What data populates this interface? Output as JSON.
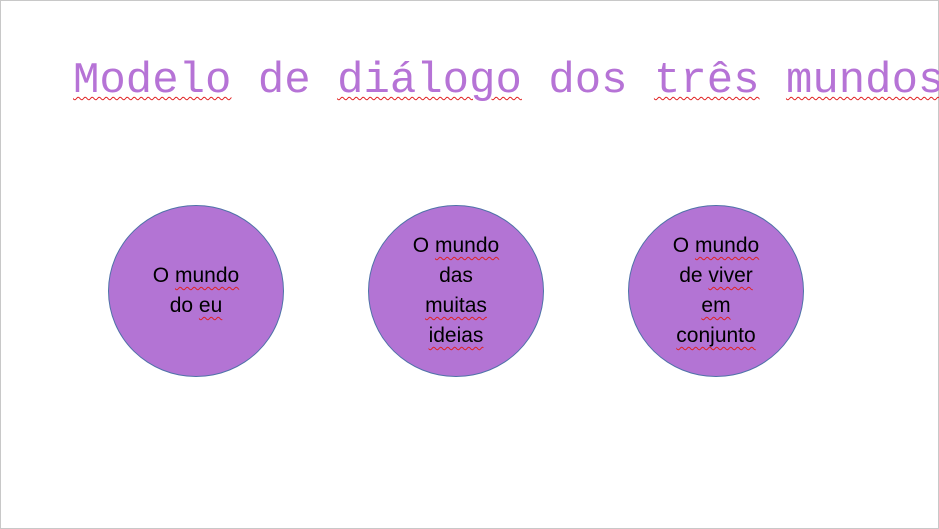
{
  "title": {
    "words": [
      "Modelo",
      "de",
      "diálogo",
      "dos",
      "três",
      "mundos"
    ]
  },
  "circles": [
    {
      "lines": [
        [
          "O",
          "mundo"
        ],
        [
          "do",
          "eu"
        ]
      ]
    },
    {
      "lines": [
        [
          "O",
          "mundo"
        ],
        [
          "das"
        ],
        [
          "muitas"
        ],
        [
          "ideias"
        ]
      ]
    },
    {
      "lines": [
        [
          "O",
          "mundo"
        ],
        [
          "de",
          "viver"
        ],
        [
          "em"
        ],
        [
          "conjunto"
        ]
      ]
    }
  ],
  "colors": {
    "title": "#b673d6",
    "circle_fill": "#b374d4",
    "circle_border": "#4f72a8",
    "spellcheck": "#e02020"
  }
}
